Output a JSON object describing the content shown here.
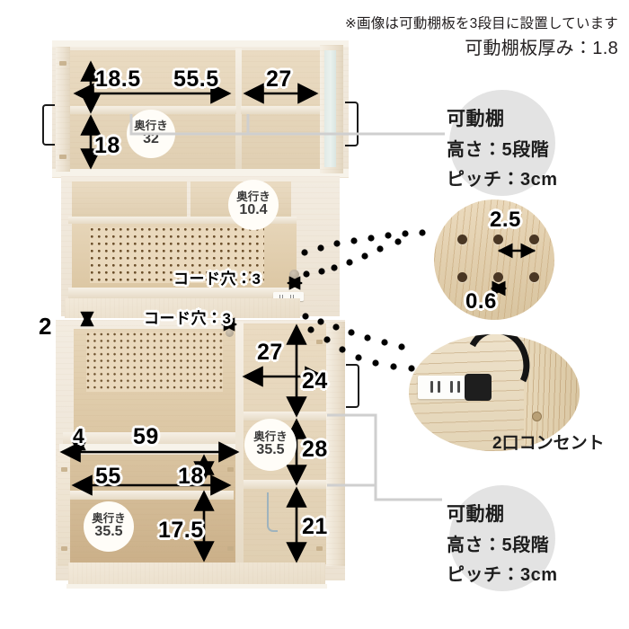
{
  "header": {
    "note": "※画像は可動棚板を3段目に設置しています",
    "thickness": "可動棚板厚み：1.8"
  },
  "dimensions": {
    "top_left_width": "18.5",
    "top_mid_width": "55.5",
    "top_right_width": "27",
    "top_shelf_height": "18",
    "top_depth_label": "奥行き",
    "top_depth_value": "32",
    "upper_depth_label": "奥行き",
    "upper_depth_value": "10.4",
    "cord_hole_upper": "コード穴：3",
    "cord_hole_lower": "コード穴：3",
    "board_thickness": "2",
    "lower_right_width": "27",
    "lower_right_h1": "24",
    "lower_right_h2": "28",
    "lower_right_h3": "21",
    "counter_overhang": "4",
    "counter_width": "59",
    "bottom_left_width": "55",
    "bottom_gap": "18",
    "bottom_shelf_height": "17.5",
    "bottom_depth_label": "奥行き",
    "bottom_depth_value": "35.5",
    "right_col_depth_label": "奥行き",
    "right_col_depth_value": "35.5"
  },
  "callouts": {
    "shelf_top": {
      "line1": "可動棚",
      "line2": "高さ：5段階",
      "line3": "ピッチ：3cm"
    },
    "shelf_bottom": {
      "line1": "可動棚",
      "line2": "高さ：5段階",
      "line3": "ピッチ：3cm"
    },
    "peg_detail": {
      "pitch": "2.5",
      "diameter": "0.6"
    },
    "outlet": {
      "caption": "2口コンセント"
    }
  },
  "colors": {
    "wood_light": "#f2e9da",
    "wood_mid": "#e6d5b8",
    "wood_deep": "#d9c3a0",
    "peg_hole": "#4a3724",
    "text": "#1d1d1d",
    "gray_disc": "#e3e3e3",
    "glass": "#dfe9e6"
  }
}
